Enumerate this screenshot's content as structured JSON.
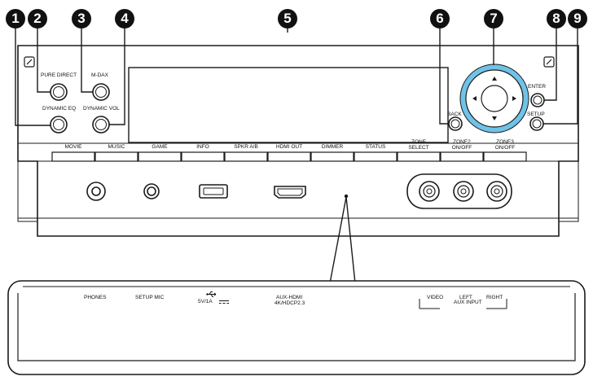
{
  "callouts": [
    "1",
    "2",
    "3",
    "4",
    "5",
    "6",
    "7",
    "8",
    "9"
  ],
  "panel_labels": {
    "pure_direct": "PURE DIRECT",
    "m_dax": "M-DAX",
    "dynamic_eq": "DYNAMIC EQ",
    "dynamic_vol": "DYNAMIC VOL",
    "back": "BACK",
    "enter": "ENTER",
    "setup": "SETUP"
  },
  "function_buttons": [
    {
      "line1": "MOVIE",
      "line2": ""
    },
    {
      "line1": "MUSIC",
      "line2": ""
    },
    {
      "line1": "GAME",
      "line2": ""
    },
    {
      "line1": "INFO",
      "line2": ""
    },
    {
      "line1": "SPKR A/B",
      "line2": ""
    },
    {
      "line1": "HDMI OUT",
      "line2": ""
    },
    {
      "line1": "DIMMER",
      "line2": ""
    },
    {
      "line1": "STATUS",
      "line2": ""
    },
    {
      "line1": "ZONE",
      "line2": "SELECT"
    },
    {
      "line1": "ZONE2",
      "line2": "ON/OFF"
    },
    {
      "line1": "ZONE3",
      "line2": "ON/OFF"
    }
  ],
  "jack_labels": {
    "phones": "PHONES",
    "setup_mic": "SETUP MIC",
    "usb_icon": "usb-icon",
    "usb_rating": "5V/1A",
    "aux_hdmi": "AUX-HDMI",
    "aux_hdmi_spec": "4K/HDCP2.3",
    "video": "VIDEO",
    "left": "LEFT",
    "right": "RIGHT",
    "aux_input": "AUX INPUT"
  },
  "colors": {
    "outline": "#1a1a1a",
    "cursor_ring": "#6fc3e8",
    "panel_fill": "#ffffff"
  }
}
